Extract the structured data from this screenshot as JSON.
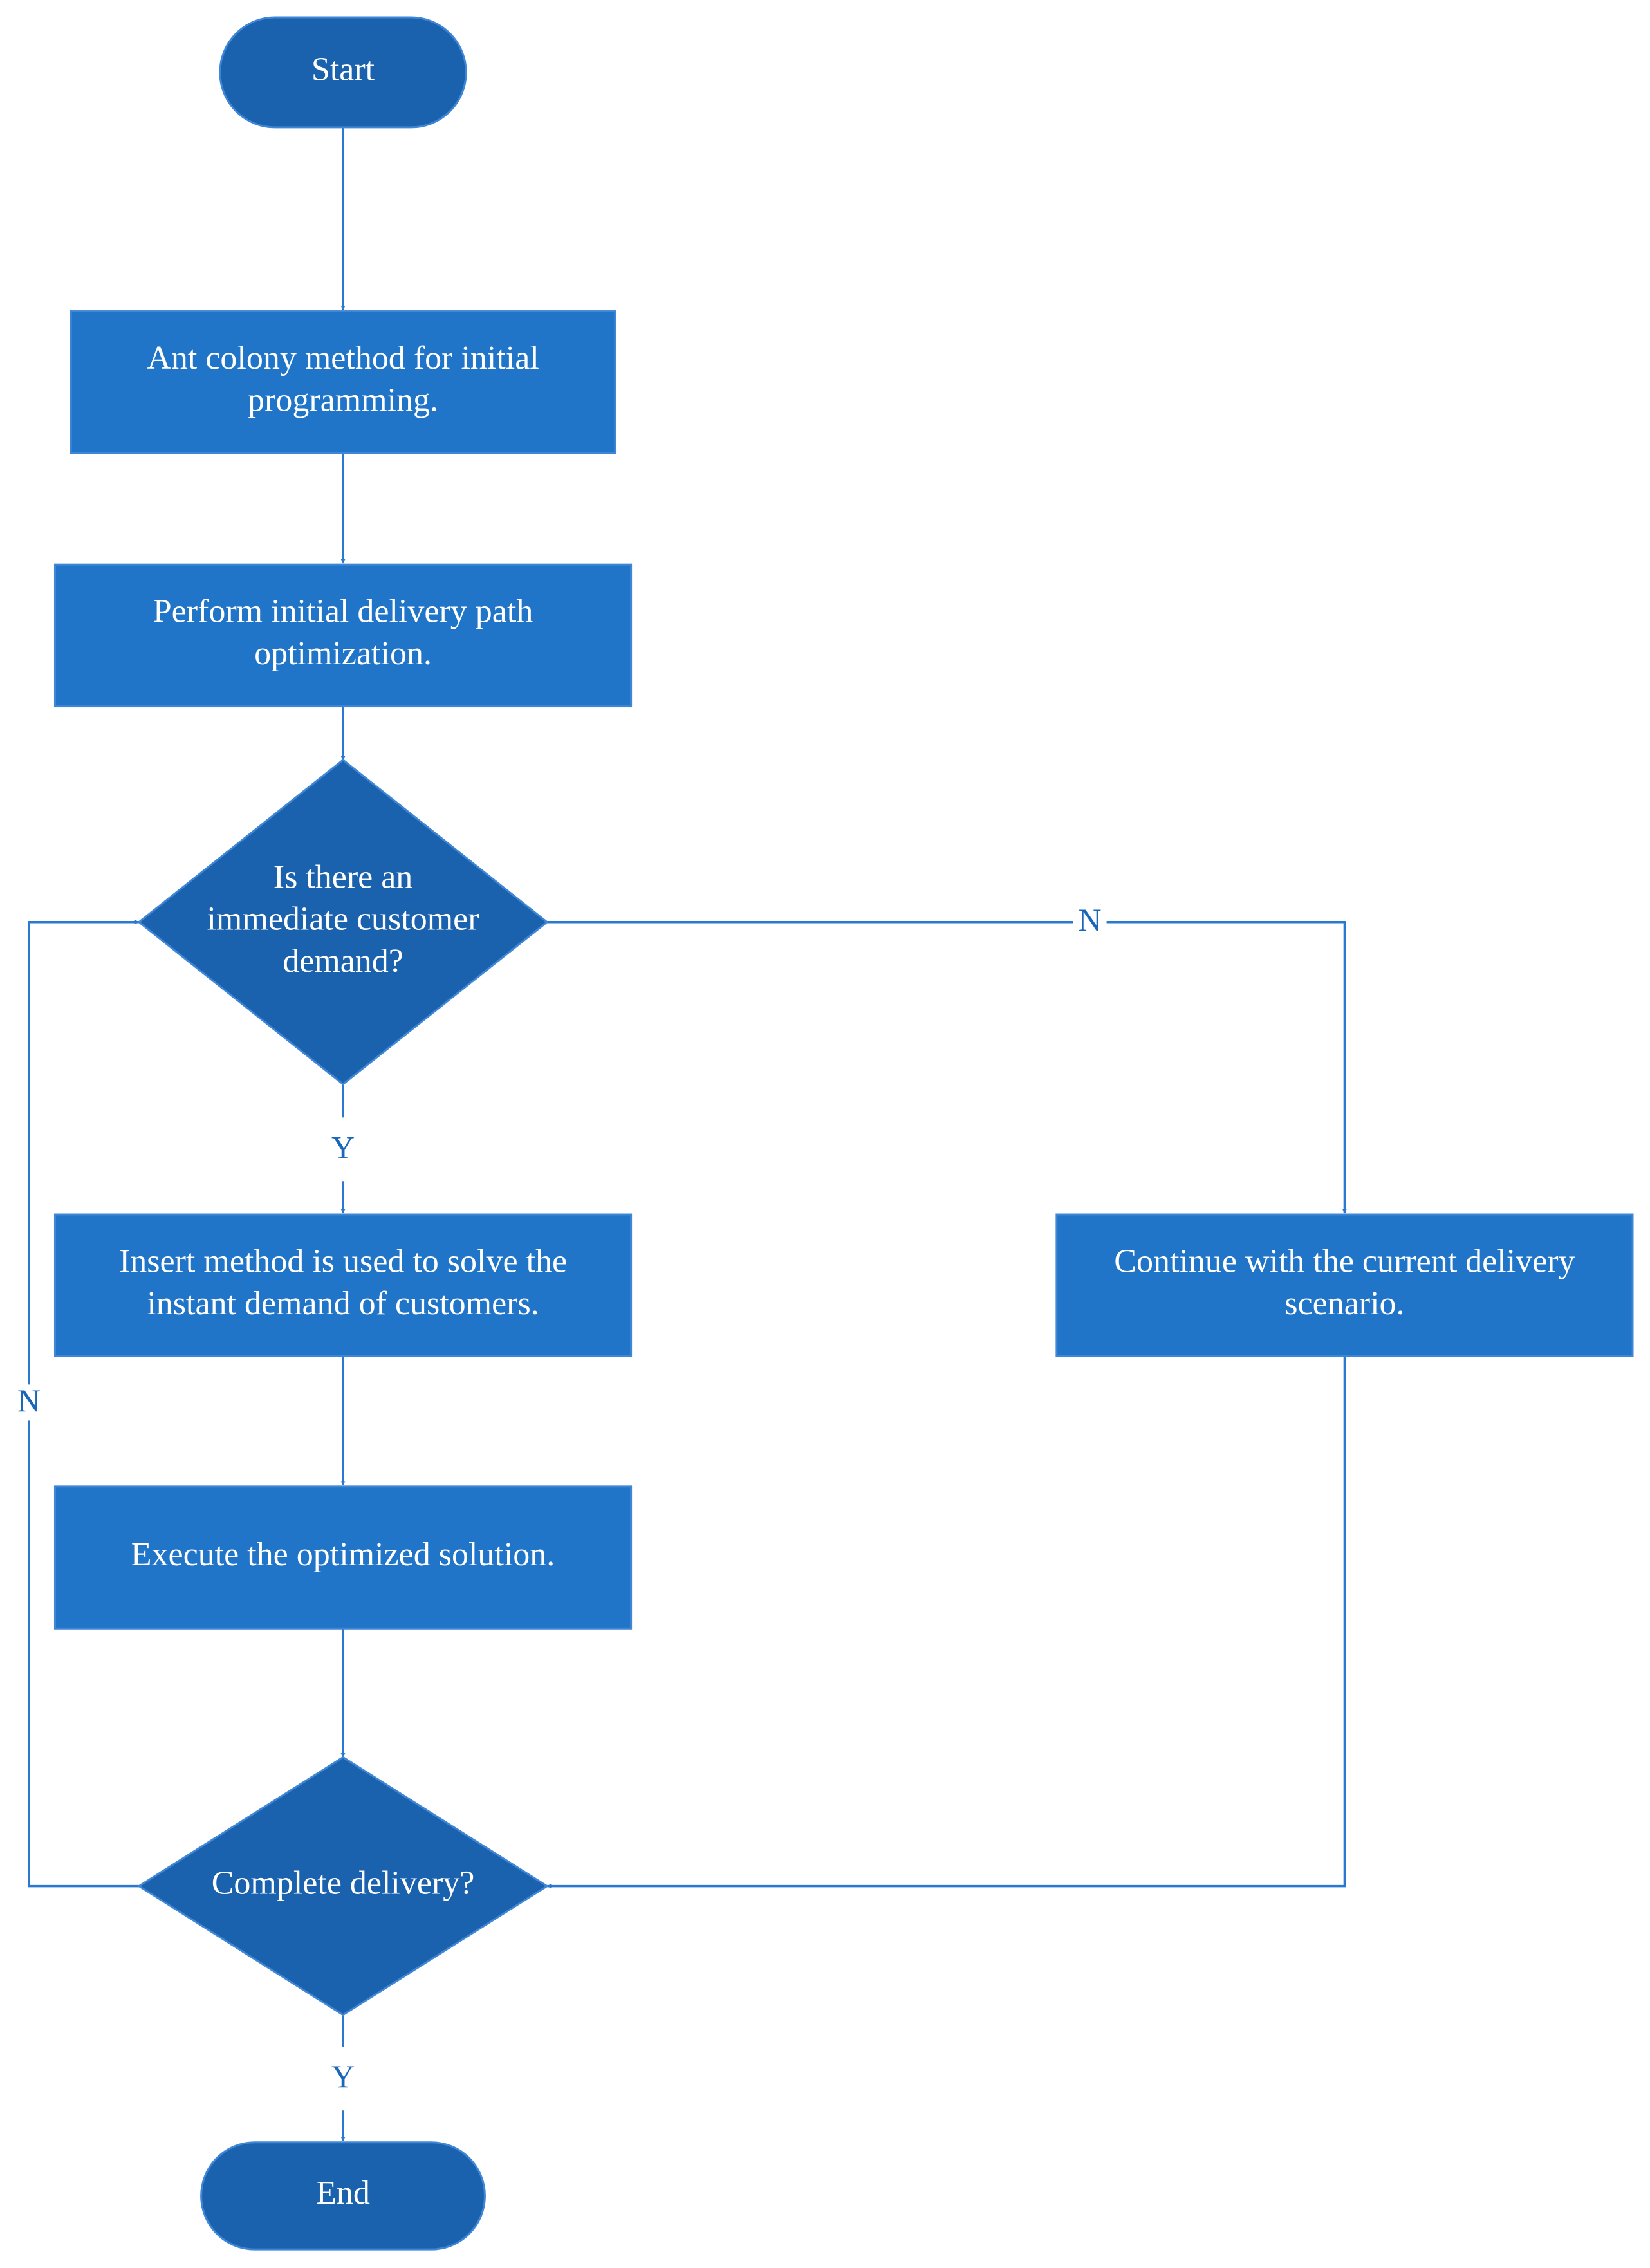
{
  "colors": {
    "terminal": "#1b62ae",
    "process": "#2175c9",
    "decision": "#1b62ae",
    "stroke": "#2a78cf",
    "label_text": "#1a66b8",
    "node_text": "#ffffff"
  },
  "nodes": {
    "start": {
      "type": "terminal",
      "lines": [
        "Start"
      ]
    },
    "ant_colony": {
      "type": "process",
      "lines": [
        "Ant colony method for initial",
        "programming."
      ]
    },
    "path_opt": {
      "type": "process",
      "lines": [
        "Perform initial delivery path",
        "optimization."
      ]
    },
    "decision_demand": {
      "type": "decision",
      "lines": [
        "Is there an",
        "immediate customer",
        "demand?"
      ]
    },
    "insert_method": {
      "type": "process",
      "lines": [
        "Insert method is used to solve the",
        "instant demand of customers."
      ]
    },
    "continue_current": {
      "type": "process",
      "lines": [
        "Continue with the current delivery",
        "scenario."
      ]
    },
    "execute": {
      "type": "process",
      "lines": [
        "Execute the optimized solution."
      ]
    },
    "decision_complete": {
      "type": "decision",
      "lines": [
        "Complete delivery?"
      ]
    },
    "end": {
      "type": "terminal",
      "lines": [
        "End"
      ]
    }
  },
  "edges": [
    {
      "id": "start-to-ant",
      "from": "start",
      "to": "ant_colony",
      "label": ""
    },
    {
      "id": "ant-to-path",
      "from": "ant_colony",
      "to": "path_opt",
      "label": ""
    },
    {
      "id": "path-to-demand",
      "from": "path_opt",
      "to": "decision_demand",
      "label": ""
    },
    {
      "id": "demand-yes",
      "from": "decision_demand",
      "to": "insert_method",
      "label": "Y"
    },
    {
      "id": "demand-no",
      "from": "decision_demand",
      "to": "continue_current",
      "label": "N"
    },
    {
      "id": "insert-to-execute",
      "from": "insert_method",
      "to": "execute",
      "label": ""
    },
    {
      "id": "execute-to-complete",
      "from": "execute",
      "to": "decision_complete",
      "label": ""
    },
    {
      "id": "continue-to-complete",
      "from": "continue_current",
      "to": "decision_complete",
      "label": ""
    },
    {
      "id": "complete-no-loop",
      "from": "decision_complete",
      "to": "decision_demand",
      "label": "N"
    },
    {
      "id": "complete-yes",
      "from": "decision_complete",
      "to": "end",
      "label": "Y"
    }
  ]
}
